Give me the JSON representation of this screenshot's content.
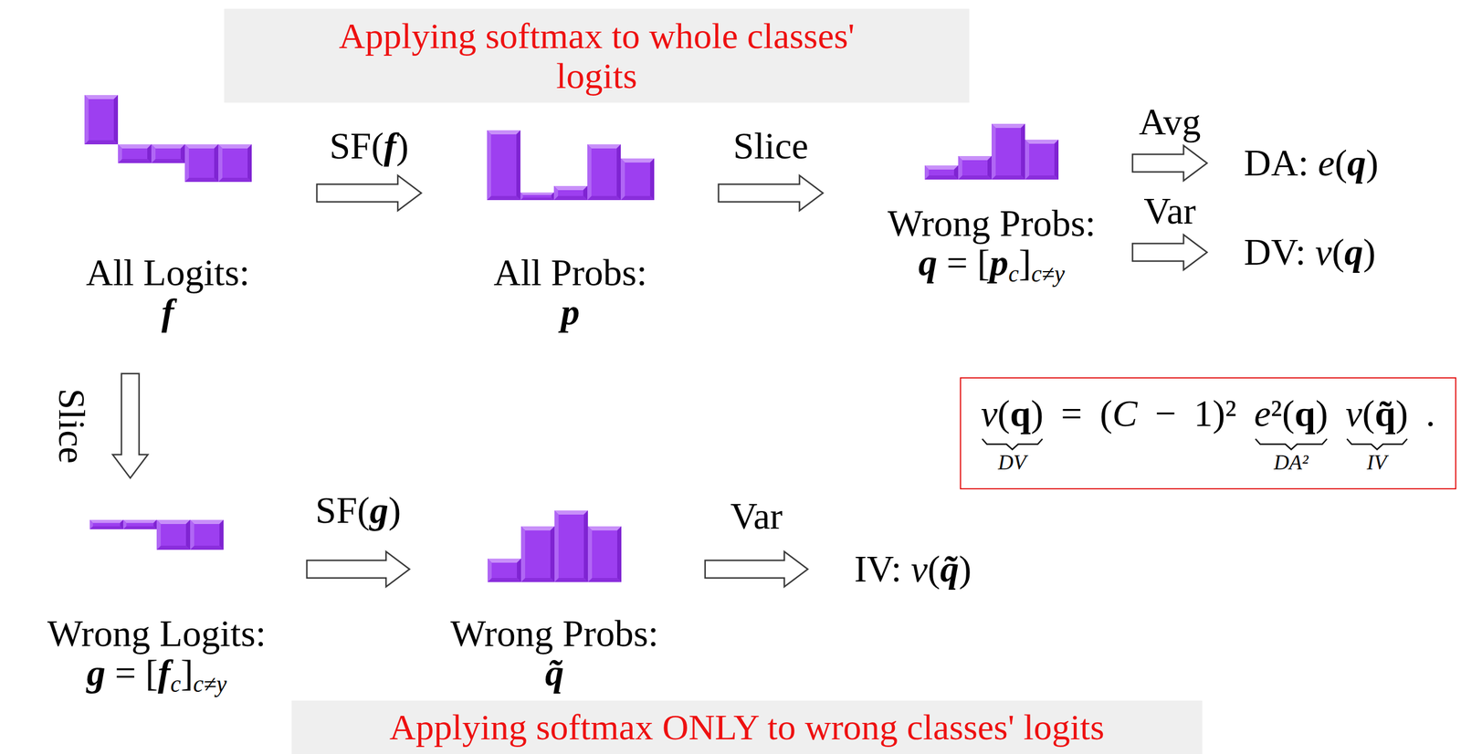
{
  "diagram": {
    "nodes": [
      {
        "text": [
          "Applying softmax to whole classes' logits"
        ]
      },
      {
        "text": [
          "All Logits:",
          "f"
        ]
      },
      {
        "text": [
          "All Probs:",
          "p"
        ]
      },
      {
        "text": [
          "Wrong Probs:",
          "q = [pc]c≠y"
        ]
      },
      {
        "text": [
          "DA: e(q)"
        ]
      },
      {
        "text": [
          "DV: v(q)"
        ]
      },
      {
        "text": [
          "Wrong Logits:",
          "g = [fc]c≠y"
        ]
      },
      {
        "text": [
          "Wrong Probs:",
          "q̃"
        ]
      },
      {
        "text": [
          "IV: v(q̃)"
        ]
      },
      {
        "text": [
          "v(q) = (C − 1)² e²(q) v(q̃) .",
          "DV",
          "DA²",
          "IV"
        ]
      },
      {
        "text": [
          "Applying softmax ONLY to wrong classes' logits"
        ]
      }
    ],
    "edges": [
      {
        "from": 1,
        "to": 2,
        "label": "SF(f)",
        "arrow": "to"
      },
      {
        "from": 2,
        "to": 3,
        "label": "Slice",
        "arrow": "to"
      },
      {
        "from": 3,
        "to": 4,
        "label": "Avg",
        "arrow": "to"
      },
      {
        "from": 3,
        "to": 5,
        "label": "Var",
        "arrow": "to"
      },
      {
        "from": 1,
        "to": 6,
        "label": "Slice",
        "arrow": "to"
      },
      {
        "from": 6,
        "to": 7,
        "label": "SF(g)",
        "arrow": "to"
      },
      {
        "from": 7,
        "to": 8,
        "label": "Var",
        "arrow": "to"
      }
    ]
  }
}
